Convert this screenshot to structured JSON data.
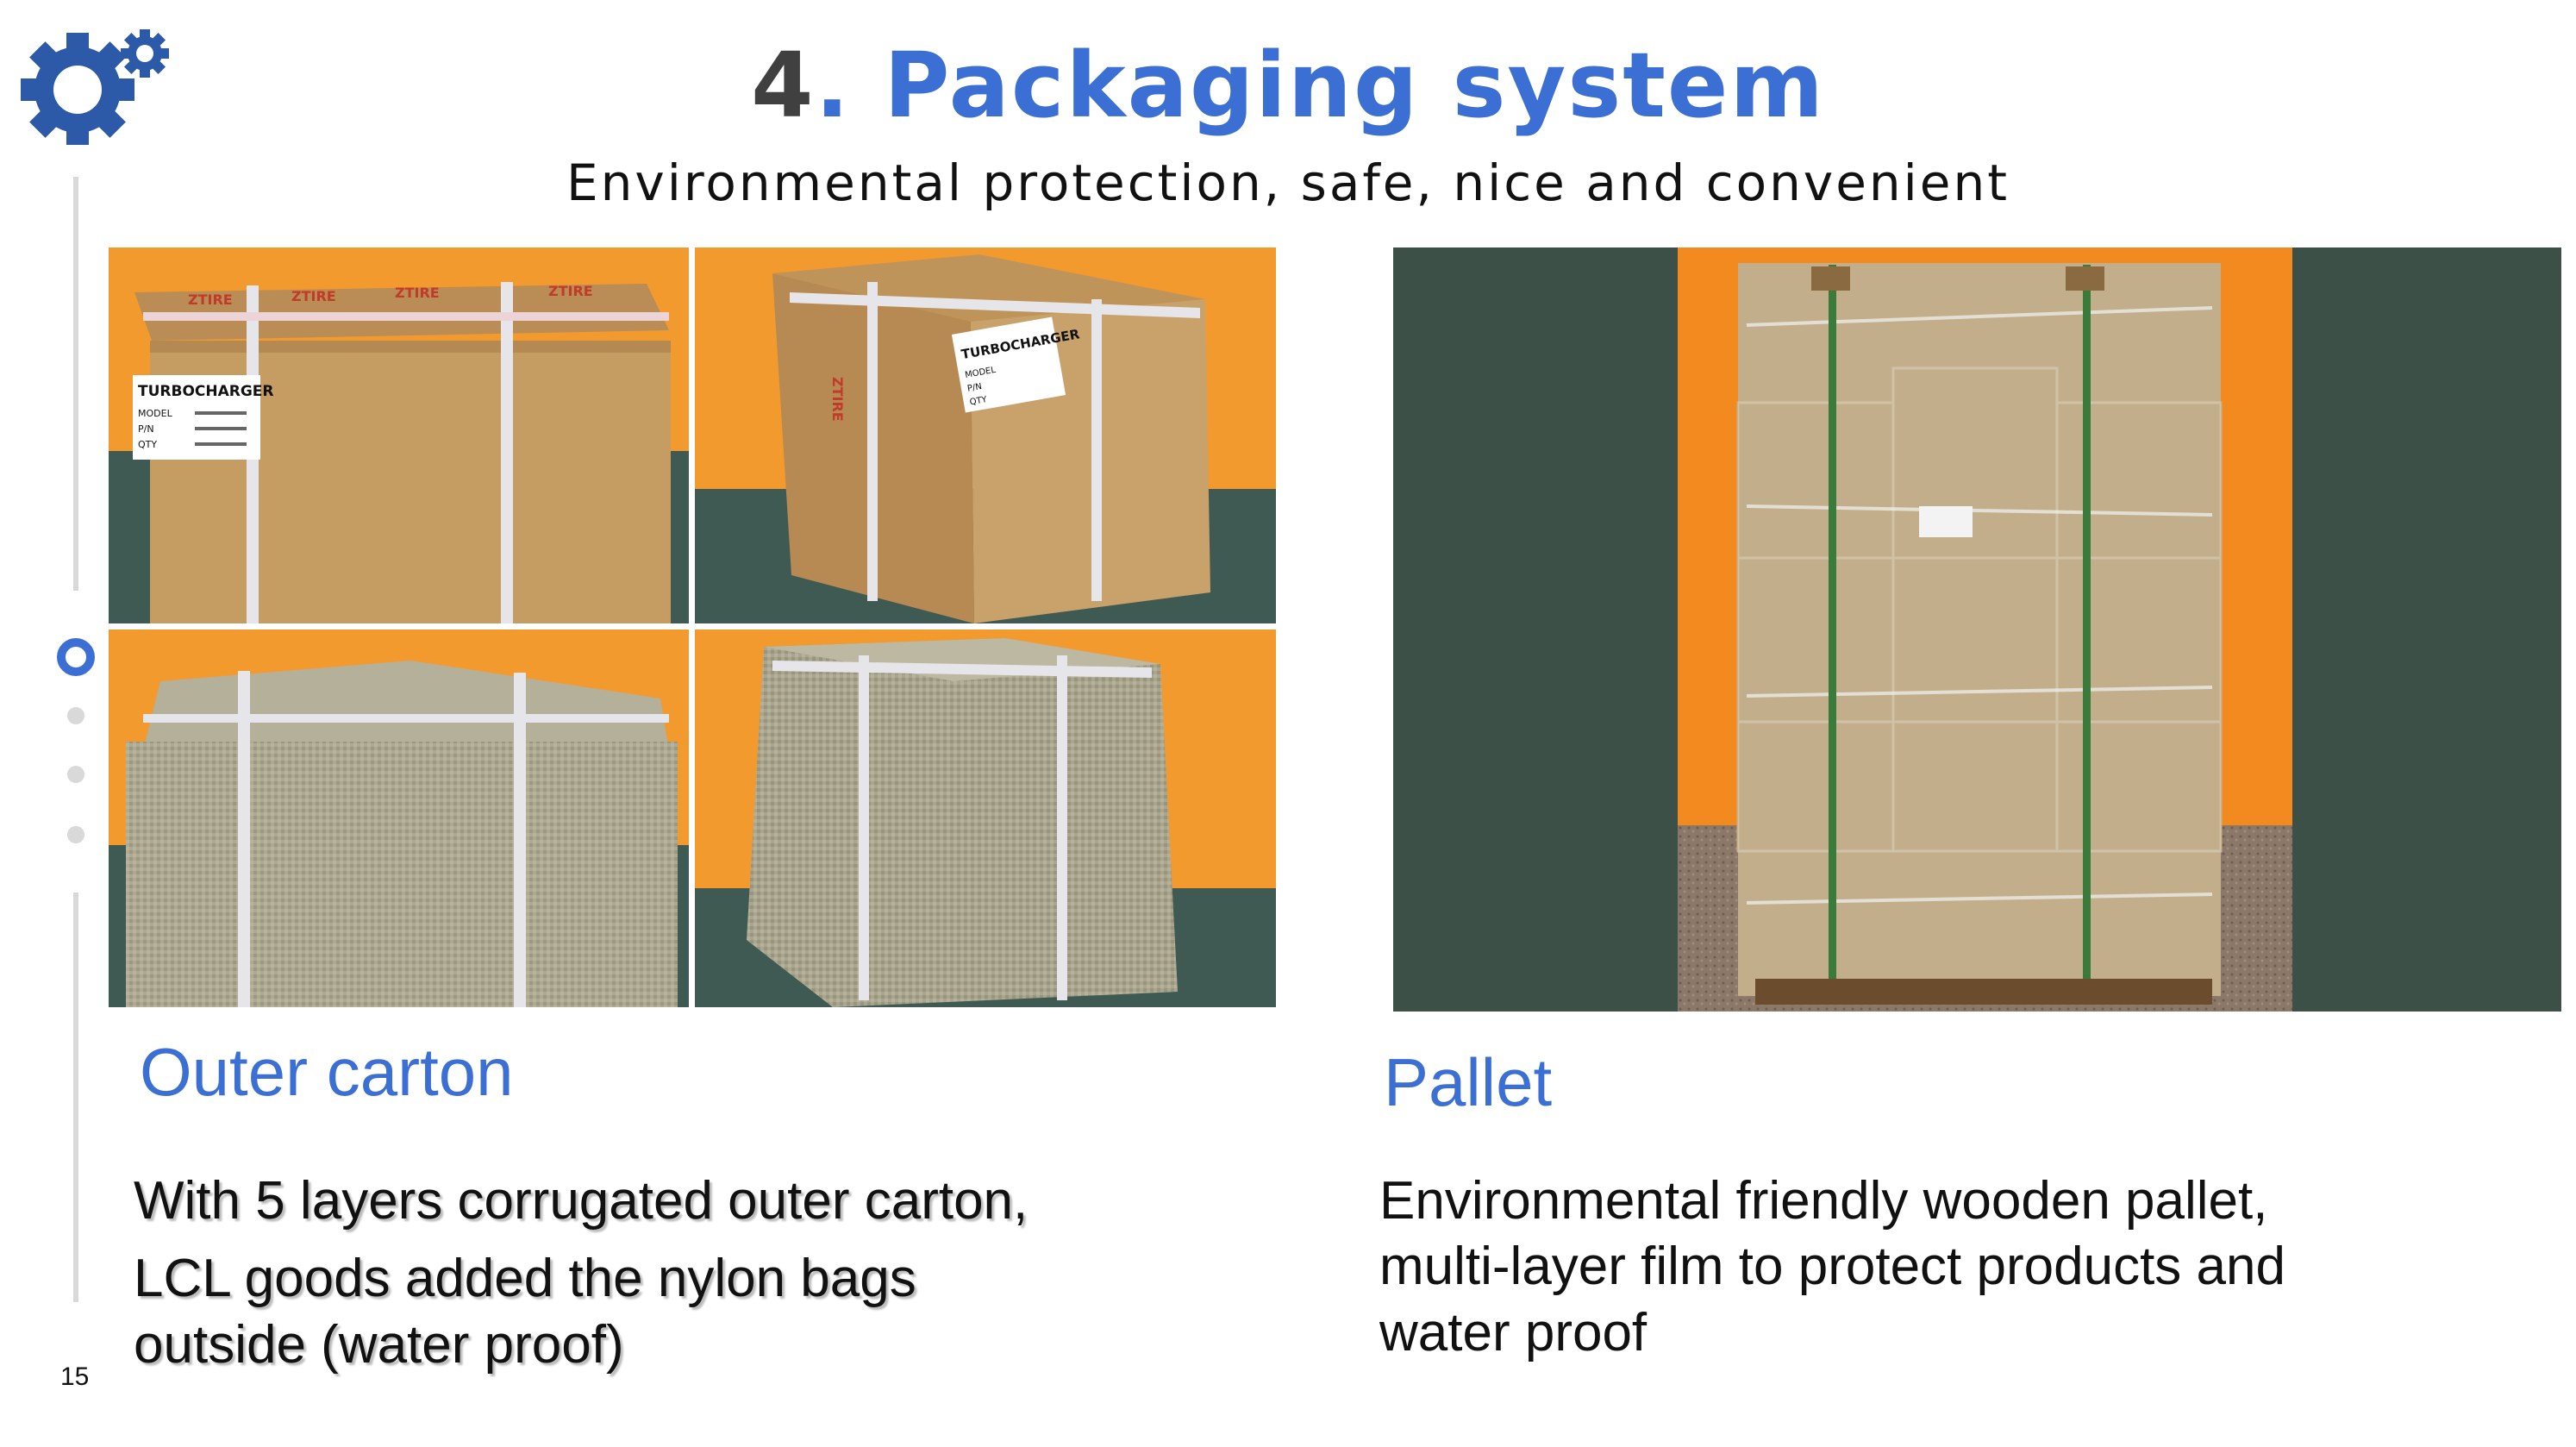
{
  "slide": {
    "title_number": "4",
    "title_text": ". Packaging  system",
    "subtitle": "Environmental  protection,  safe,  nice  and  convenient",
    "page_number": "15"
  },
  "carton_labels": {
    "brand": "TURBOCHARGER",
    "model_label": "MODEL",
    "pn_label": "P/N",
    "qty_label": "QTY"
  },
  "outer_carton": {
    "title": "Outer carton",
    "line1": "With 5 layers corrugated outer carton,",
    "line2": "LCL goods added the nylon bags",
    "line3": "outside (water proof)"
  },
  "pallet": {
    "title": "Pallet",
    "line1": "Environmental friendly wooden pallet,",
    "line2": "multi-layer film to protect products and",
    "line3": "water proof"
  },
  "colors": {
    "accent": "#3c6fd4",
    "gear": "#2d5aa8",
    "orange_wall": "#f39a2e",
    "cardboard": "#c59c62",
    "floor": "#3f5a52"
  }
}
